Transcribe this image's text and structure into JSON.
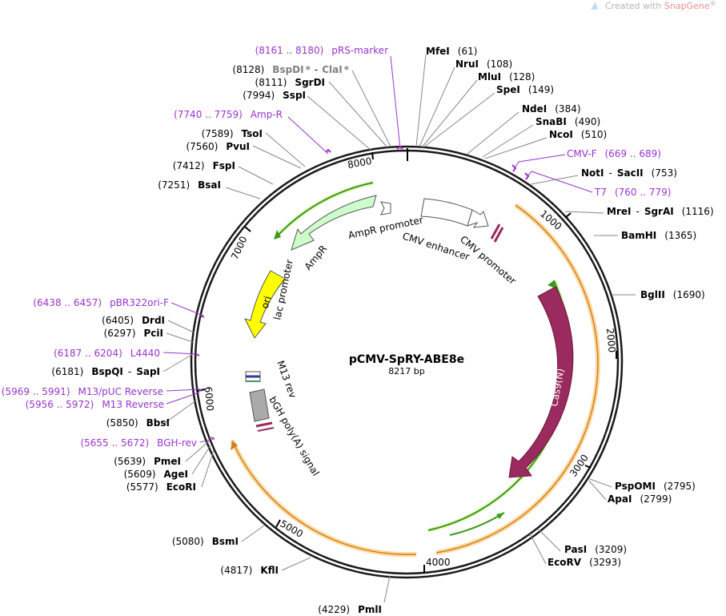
{
  "watermark": {
    "prefix": "Created with ",
    "brand": "SnapGene",
    "mark": "®"
  },
  "plasmid": {
    "name": "pCMV-SpRY-ABE8e",
    "size": "8217 bp"
  },
  "enzymes": {
    "mfei": {
      "name": "MfeI",
      "pos": "(61)"
    },
    "nrui": {
      "name": "NruI",
      "pos": "(108)"
    },
    "mlui": {
      "name": "MluI",
      "pos": "(128)"
    },
    "spei": {
      "name": "SpeI",
      "pos": "(149)"
    },
    "ndei": {
      "name": "NdeI",
      "pos": "(384)"
    },
    "snabi": {
      "name": "SnaBI",
      "pos": "(490)"
    },
    "ncoi": {
      "name": "NcoI",
      "pos": "(510)"
    },
    "noti": {
      "name": "NotI",
      "sep": "-",
      "name2": "SacII",
      "pos": "(753)"
    },
    "mrei": {
      "name": "MreI",
      "sep": "-",
      "name2": "SgrAI",
      "pos": "(1116)"
    },
    "bamhi": {
      "name": "BamHI",
      "pos": "(1365)"
    },
    "bglii": {
      "name": "BglII",
      "pos": "(1690)"
    },
    "pspomi": {
      "name": "PspOMI",
      "pos": "(2795)"
    },
    "apai": {
      "name": "ApaI",
      "pos": "(2799)"
    },
    "psti": {
      "name": "PasI",
      "pos": "(3209)"
    },
    "ecorv": {
      "name": "EcoRV",
      "pos": "(3293)"
    },
    "pmli": {
      "name": "PmlI",
      "pos": "(4229)"
    },
    "kfli": {
      "name": "KflI",
      "pos": "(4817)"
    },
    "bsmi": {
      "name": "BsmI",
      "pos": "(5080)"
    },
    "ecori": {
      "name": "EcoRI",
      "pos": "(5577)"
    },
    "agei": {
      "name": "AgeI",
      "pos": "(5609)"
    },
    "pmei": {
      "name": "PmeI",
      "pos": "(5639)"
    },
    "bbsi": {
      "name": "BbsI",
      "pos": "(5850)"
    },
    "bspqi": {
      "name": "BspQI",
      "sep": "-",
      "name2": "SapI",
      "pos": "(6181)"
    },
    "pcii": {
      "name": "PciI",
      "pos": "(6297)"
    },
    "drdi": {
      "name": "DrdI",
      "pos": "(6405)"
    },
    "bsai": {
      "name": "BsaI",
      "pos": "(7251)"
    },
    "fspi": {
      "name": "FspI",
      "pos": "(7412)"
    },
    "pvui": {
      "name": "PvuI",
      "pos": "(7560)"
    },
    "tsoi": {
      "name": "TsoI",
      "pos": "(7589)"
    },
    "sspi": {
      "name": "SspI",
      "pos": "(7994)"
    },
    "sgrdi": {
      "name": "SgrDI",
      "pos": "(8111)"
    },
    "bspdi": {
      "name": "BspDI",
      "star": "*",
      "sep": "-",
      "name2": "ClaI",
      "star2": "*",
      "pos": "(8128)"
    }
  },
  "primers": {
    "cmvf": {
      "name": "CMV-F",
      "range": "(669 .. 689)"
    },
    "t7": {
      "name": "T7",
      "range": "(760 .. 779)"
    },
    "prs": {
      "name": "pRS-marker",
      "range": "(8161 .. 8180)"
    },
    "ampr": {
      "name": "Amp-R",
      "range": "(7740 .. 7759)"
    },
    "pbr": {
      "name": "pBR322ori-F",
      "range": "(6438 .. 6457)"
    },
    "l4440": {
      "name": "L4440",
      "range": "(6187 .. 6204)"
    },
    "m13puc": {
      "name": "M13/pUC Reverse",
      "range": "(5969 .. 5991)"
    },
    "m13rev": {
      "name": "M13 Reverse",
      "range": "(5956 .. 5972)"
    },
    "bghrev": {
      "name": "BGH-rev",
      "range": "(5655 .. 5672)"
    }
  },
  "ticks": {
    "t1000": "1000",
    "t2000": "2000",
    "t3000": "3000",
    "t4000": "4000",
    "t5000": "5000",
    "t6000": "6000",
    "t7000": "7000",
    "t8000": "8000"
  },
  "features": {
    "cas9": "Cas9(N)",
    "ampr": "AmpR",
    "ori": "ori",
    "ampr_promoter": "AmpR promoter",
    "cmv_enhancer": "CMV enhancer",
    "cmv_promoter": "CMV promoter",
    "lac_promoter": "lac promoter",
    "m13_rev": "M13 rev",
    "bgh": "bGH poly(A) signal"
  },
  "colors": {
    "cas9": "#9b2a5e",
    "orf_fill": "#ffd9a0",
    "orf_stroke": "#e0a040",
    "orf_green": "#3a9a1a",
    "ampr": "#ccffcc",
    "ori": "#ffff00",
    "primer": "#9933cc"
  }
}
